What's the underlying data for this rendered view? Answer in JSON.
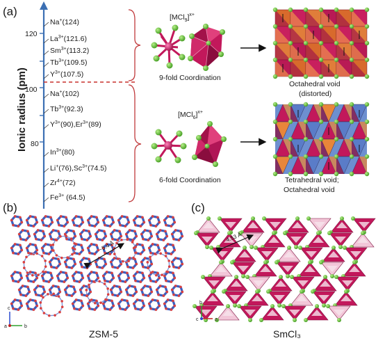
{
  "panels": {
    "a": "(a)",
    "b": "(b)",
    "c": "(c)"
  },
  "axis": {
    "title": "Ionic radius (pm)",
    "ticks": [
      "120",
      "100",
      "80"
    ]
  },
  "ions_top": [
    {
      "ion": "Na",
      "sup": "+",
      "val": "(124)"
    },
    {
      "ion": "La",
      "sup": "3+",
      "val": "(121.6)"
    },
    {
      "ion": "Sm",
      "sup": "3+",
      "val": "(113.2)"
    },
    {
      "ion": "Tb",
      "sup": "3+",
      "val": "(109.5)"
    },
    {
      "ion": "Y",
      "sup": "3+",
      "val": "(107.5)"
    }
  ],
  "ions_bottom": [
    {
      "ion": "Na",
      "sup": "+",
      "val": "(102)"
    },
    {
      "ion": "Tb",
      "sup": "3+",
      "val": "(92.3)"
    },
    {
      "ion": "Y",
      "sup": "3+",
      "val": "(90),Er",
      "sup2": "3+",
      "val2": "(89)"
    },
    {
      "ion": "In",
      "sup": "3+",
      "val": "(80)"
    },
    {
      "ion": "Li",
      "sup": "+",
      "val": "(76),Sc",
      "sup2": "3+",
      "val2": "(74.5)"
    },
    {
      "ion": "Zr",
      "sup": "4+",
      "val": "(72)"
    },
    {
      "ion": "Fe",
      "sup": "3+",
      "val": " (64.5)"
    }
  ],
  "coordination": {
    "nine": {
      "formula": "[MCl",
      "sub": "9",
      "close": "]",
      "sup": "x+",
      "label": "9-fold Coordination",
      "void": "Octahedral void",
      "void2": "(distorted)"
    },
    "six": {
      "formula": "[MCl",
      "sub": "6",
      "close": "]",
      "sup": "x+",
      "label": "6-fold Coordination",
      "void": "Tetrahedral void;",
      "void2": "Octahedral void"
    }
  },
  "panel_b": {
    "caption": "ZSM-5",
    "measure": "~5.4 Å",
    "axes": {
      "v": "c",
      "h": "b",
      "o": "a"
    }
  },
  "panel_c": {
    "caption": "SmCl₃",
    "measure": "4.53 Å",
    "axes": {
      "v": "b",
      "h": "a",
      "o": "c"
    }
  },
  "colors": {
    "axis": "#3b6fb3",
    "dash": "#c9302c",
    "brace": "#c0393b",
    "octa": "#c2185b",
    "cl": "#5cb82e",
    "orange": "#e8863a",
    "blue": "#4a68c0",
    "red_o": "#d94040"
  }
}
